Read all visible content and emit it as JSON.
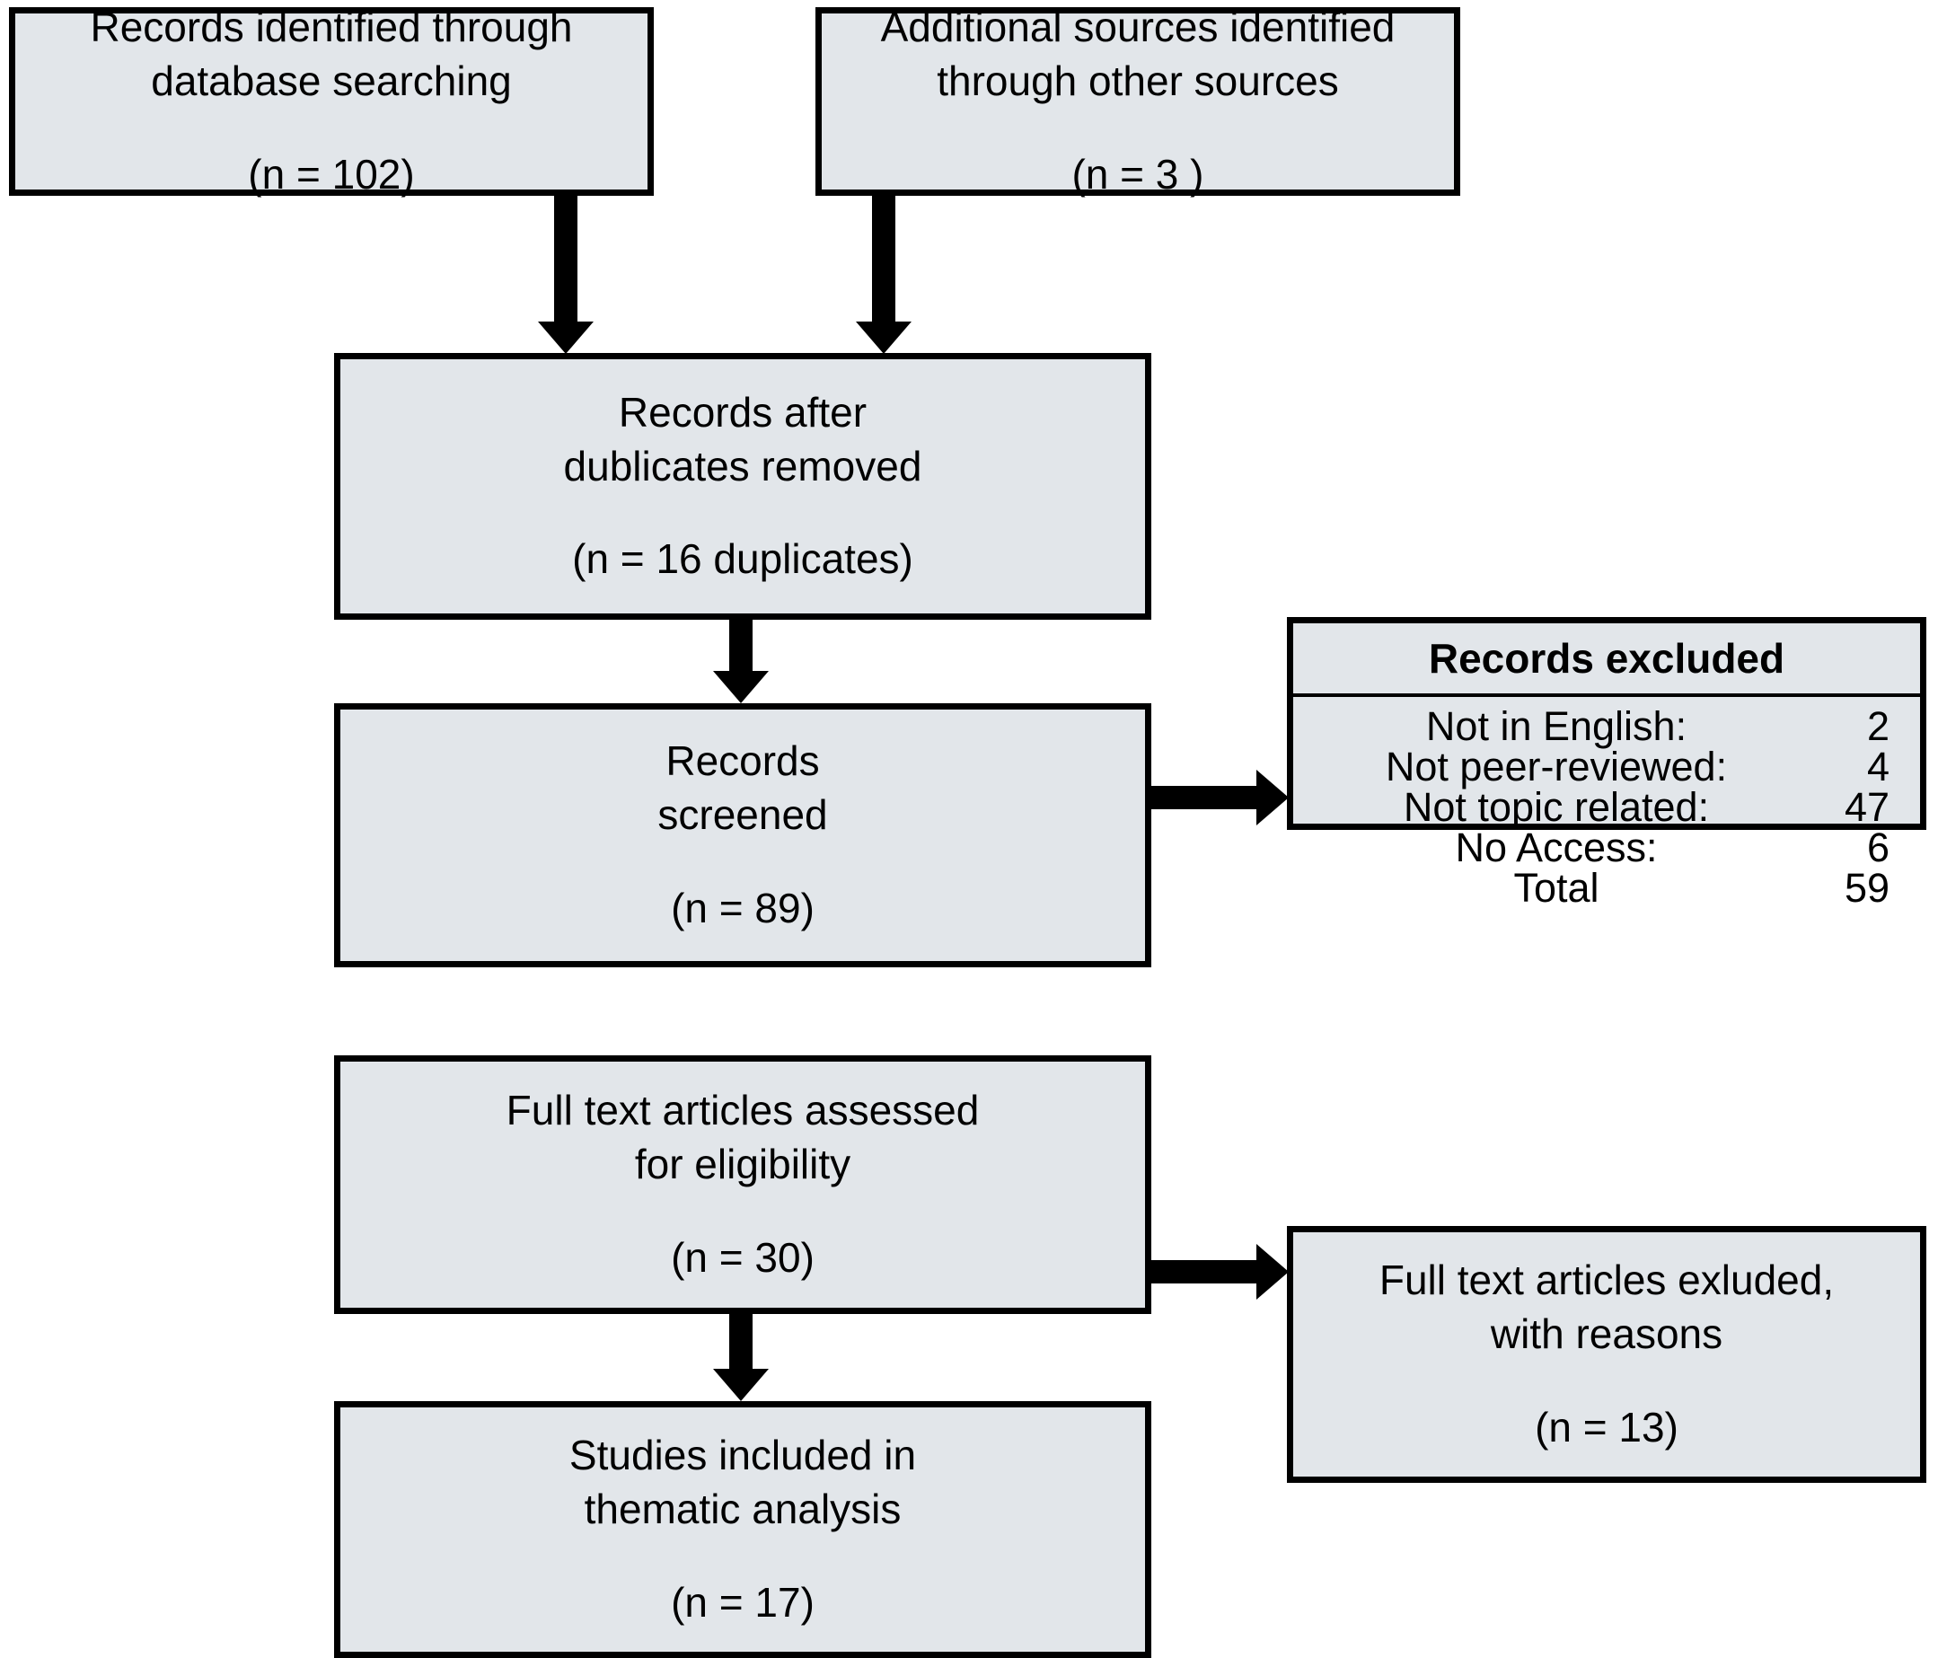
{
  "diagram": {
    "type": "prisma-flow-diagram",
    "colors": {
      "box_fill": "#e2e6ea",
      "box_border": "#000000",
      "text": "#000000",
      "background": "#ffffff"
    },
    "boxes": {
      "database_searching": {
        "title": "Records identified through\ndatabase searching",
        "count": "(n = 102)"
      },
      "other_sources": {
        "title": "Additional sources identified\nthrough other sources",
        "count": "(n = 3 )"
      },
      "duplicates_removed": {
        "title": "Records after\ndublicates removed",
        "count": "(n = 16 duplicates)"
      },
      "records_screened": {
        "title": "Records\nscreened",
        "count": "(n = 89)"
      },
      "fulltext_assessed": {
        "title": "Full text articles assessed\nfor eligibility",
        "count": "(n = 30)"
      },
      "studies_included": {
        "title": "Studies included in\nthematic analysis",
        "count": "(n = 17)"
      },
      "fulltext_excluded": {
        "title": "Full text articles exluded,\nwith reasons",
        "count": "(n = 13)"
      }
    },
    "records_excluded": {
      "header": "Records excluded",
      "rows": [
        {
          "label": "Not in English:",
          "value": "2"
        },
        {
          "label": "Not peer-reviewed:",
          "value": "4"
        },
        {
          "label": "Not topic related:",
          "value": "47"
        },
        {
          "label": "No Access:",
          "value": "6"
        },
        {
          "label": "Total",
          "value": "59"
        }
      ]
    },
    "arrows": [
      {
        "name": "database-searching-to-duplicates-removed",
        "direction": "down"
      },
      {
        "name": "other-sources-to-duplicates-removed",
        "direction": "down"
      },
      {
        "name": "duplicates-removed-to-records-screened",
        "direction": "down"
      },
      {
        "name": "records-screened-to-records-excluded",
        "direction": "right"
      },
      {
        "name": "fulltext-assessed-to-fulltext-excluded",
        "direction": "right"
      },
      {
        "name": "fulltext-assessed-to-studies-included",
        "direction": "down"
      }
    ]
  }
}
